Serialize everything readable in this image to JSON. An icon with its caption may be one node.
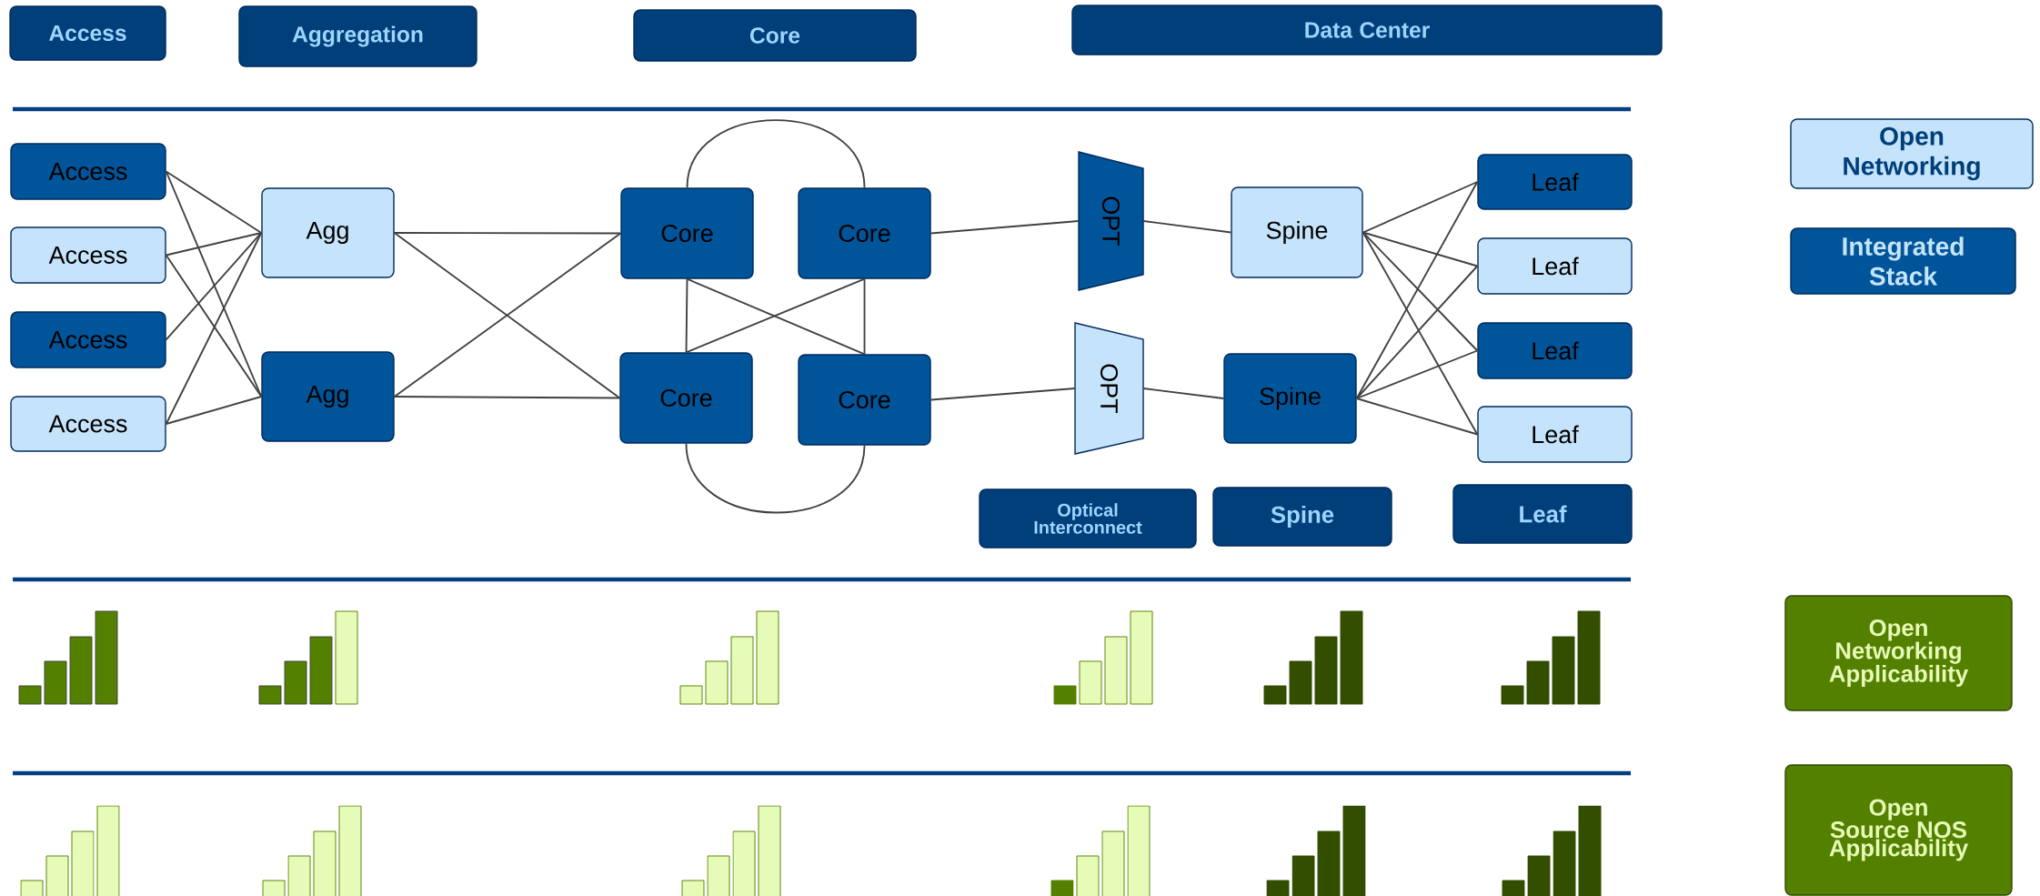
{
  "diagram": {
    "nodes": [
      {
        "text": [
          "Access"
        ]
      },
      {
        "text": [
          "Aggregation"
        ]
      },
      {
        "text": [
          "Core"
        ]
      },
      {
        "text": [
          "Data Center"
        ]
      },
      {
        "text": [
          "Access"
        ]
      },
      {
        "text": [
          "Access"
        ]
      },
      {
        "text": [
          "Access"
        ]
      },
      {
        "text": [
          "Access"
        ]
      },
      {
        "text": [
          "Agg"
        ]
      },
      {
        "text": [
          "Agg"
        ]
      },
      {
        "text": [
          "Core"
        ]
      },
      {
        "text": [
          "Core"
        ]
      },
      {
        "text": [
          "Core"
        ]
      },
      {
        "text": [
          "Core"
        ]
      },
      {
        "text": [
          "OPT"
        ]
      },
      {
        "text": [
          "OPT"
        ]
      },
      {
        "text": [
          "Spine"
        ]
      },
      {
        "text": [
          "Spine"
        ]
      },
      {
        "text": [
          "Leaf"
        ]
      },
      {
        "text": [
          "Leaf"
        ]
      },
      {
        "text": [
          "Leaf"
        ]
      },
      {
        "text": [
          "Leaf"
        ]
      },
      {
        "text": [
          "Optical Interconnect"
        ]
      },
      {
        "text": [
          "Spine"
        ]
      },
      {
        "text": [
          "Leaf"
        ]
      },
      {
        "text": [
          "Open Networking Applicability"
        ]
      },
      {
        "text": [
          "Open Source NOS Applicability"
        ]
      }
    ],
    "edges": [
      {
        "from": 4,
        "to": 8,
        "arrow": "none"
      },
      {
        "from": 4,
        "to": 9,
        "arrow": "none"
      },
      {
        "from": 5,
        "to": 8,
        "arrow": "none"
      },
      {
        "from": 5,
        "to": 9,
        "arrow": "none"
      },
      {
        "from": 6,
        "to": 8,
        "arrow": "none"
      },
      {
        "from": 7,
        "to": 8,
        "arrow": "none"
      },
      {
        "from": 7,
        "to": 9,
        "arrow": "none"
      },
      {
        "from": 8,
        "to": 10,
        "arrow": "none"
      },
      {
        "from": 8,
        "to": 12,
        "arrow": "none"
      },
      {
        "from": 9,
        "to": 10,
        "arrow": "none"
      },
      {
        "from": 9,
        "to": 12,
        "arrow": "none"
      },
      {
        "from": 10,
        "to": 11,
        "arrow": "none"
      },
      {
        "from": 12,
        "to": 13,
        "arrow": "none"
      },
      {
        "from": 10,
        "to": 12,
        "arrow": "none"
      },
      {
        "from": 11,
        "to": 13,
        "arrow": "none"
      },
      {
        "from": 10,
        "to": 13,
        "arrow": "none"
      },
      {
        "from": 11,
        "to": 12,
        "arrow": "none"
      },
      {
        "from": 11,
        "to": 14,
        "arrow": "none"
      },
      {
        "from": 14,
        "to": 16,
        "arrow": "none"
      },
      {
        "from": 13,
        "to": 15,
        "arrow": "none"
      },
      {
        "from": 15,
        "to": 17,
        "arrow": "none"
      },
      {
        "from": 16,
        "to": 18,
        "arrow": "none"
      },
      {
        "from": 16,
        "to": 19,
        "arrow": "none"
      },
      {
        "from": 16,
        "to": 20,
        "arrow": "none"
      },
      {
        "from": 16,
        "to": 21,
        "arrow": "none"
      },
      {
        "from": 17,
        "to": 18,
        "arrow": "none"
      },
      {
        "from": 17,
        "to": 19,
        "arrow": "none"
      },
      {
        "from": 17,
        "to": 20,
        "arrow": "none"
      },
      {
        "from": 17,
        "to": 21,
        "arrow": "none"
      }
    ],
    "legend": [
      {
        "text": "Open Networking",
        "color": "#c5e4fb"
      },
      {
        "text": "Integrated Stack",
        "color": "#00559a"
      }
    ]
  }
}
